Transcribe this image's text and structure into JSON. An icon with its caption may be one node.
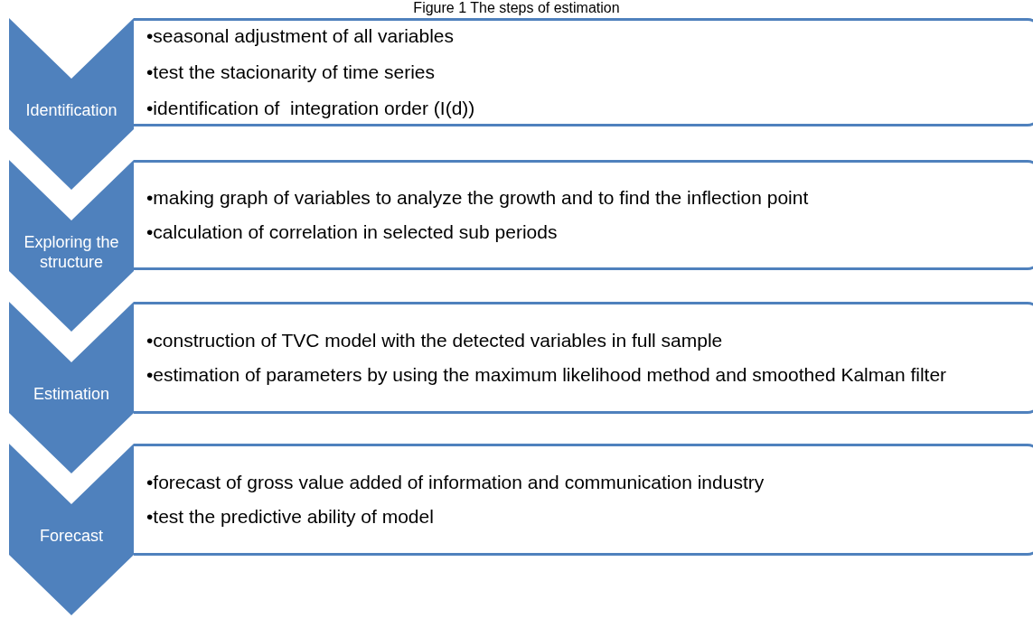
{
  "diagram": {
    "title": "Figure 1 The steps of estimation",
    "nodes": [
      {
        "text": [
          "Identification"
        ]
      },
      {
        "text": [
          "•seasonal adjustment of all variables",
          "•test the stacionarity of time series",
          "•identification of  integration order (I(d))"
        ]
      },
      {
        "text": [
          "Exploring the structure"
        ]
      },
      {
        "text": [
          "•making graph of variables to analyze the growth and to find the inflection point",
          "•calculation of correlation in selected sub periods"
        ]
      },
      {
        "text": [
          "Estimation"
        ]
      },
      {
        "text": [
          "•construction of TVC model with the detected variables in full sample",
          "•estimation of parameters by using the maximum likelihood method and smoothed Kalman filter"
        ]
      },
      {
        "text": [
          "Forecast"
        ]
      },
      {
        "text": [
          "•forecast of gross value added of information and communication industry",
          "•test the predictive ability of model"
        ]
      }
    ]
  }
}
